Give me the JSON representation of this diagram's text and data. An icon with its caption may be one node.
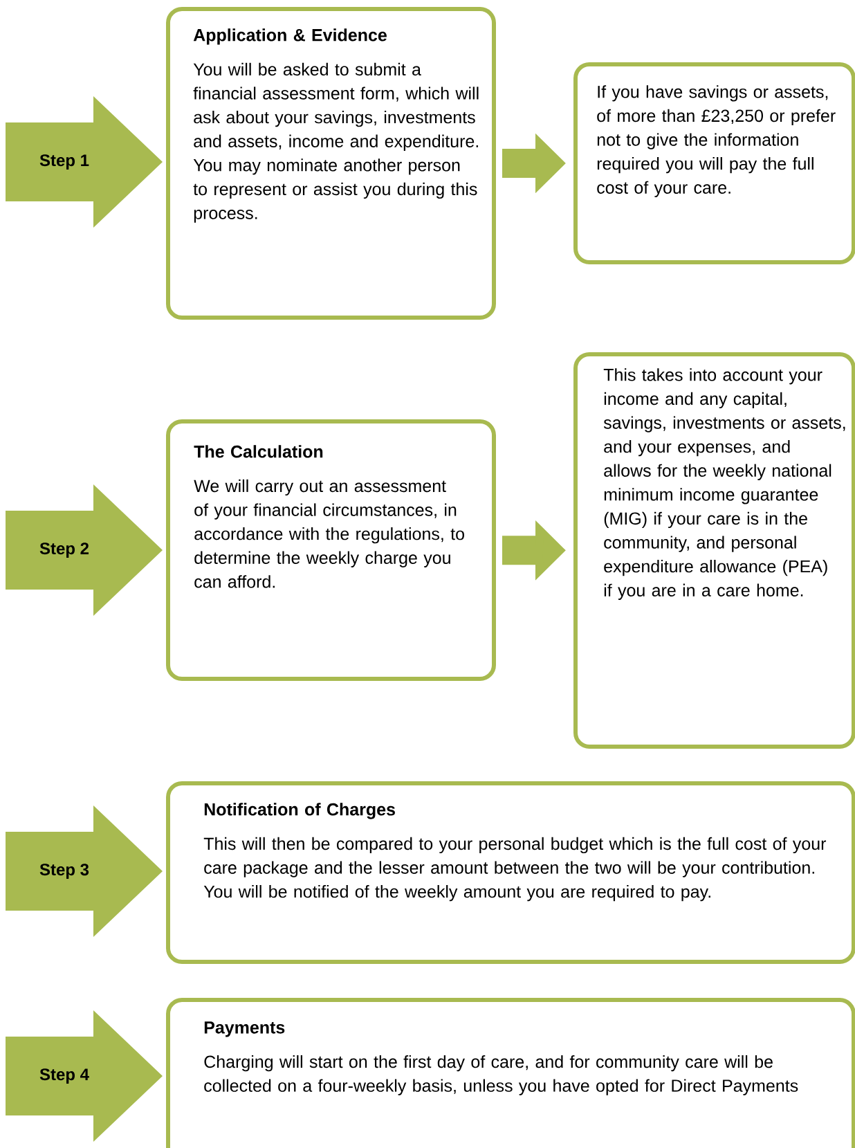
{
  "diagram": {
    "nodes": [
      {
        "text": [
          "Step 1"
        ]
      },
      {
        "text": [
          "Application & Evidence",
          "You will be asked to submit a financial assessment form, which will ask about your savings, investments and assets, income and expenditure. You may nominate another person to represent or assist you during this process."
        ]
      },
      {
        "text": [
          "If you have savings or assets, of more than £23,250 or prefer not to give the information required you will pay the full cost of your care."
        ]
      },
      {
        "text": [
          "Step 2"
        ]
      },
      {
        "text": [
          "The Calculation",
          "We will carry out an assessment of your financial  circumstances, in accordance with the regulations, to determine the weekly charge you can afford."
        ]
      },
      {
        "text": [
          "This takes into account your income and any capital, savings, investments or assets, and your expenses, and allows for the weekly national minimum income guarantee (MIG) if your care is in the community, and personal expenditure allowance (PEA) if you are in a care home."
        ]
      },
      {
        "text": [
          "Step 3"
        ]
      },
      {
        "text": [
          "Notification of Charges",
          "This will then be compared to your personal budget which is the full cost of your care package and the lesser amount between the two will be your contribution.  You will be notified of the weekly amount you are required to pay."
        ]
      },
      {
        "text": [
          "Step 4"
        ]
      },
      {
        "text": [
          "Payments",
          "Charging will start on the first day of care, and for community care will be collected on a four-weekly basis, unless you have opted for Direct Payments"
        ]
      }
    ],
    "edges": [
      {
        "from": 1,
        "to": 2,
        "arrow": "to"
      },
      {
        "from": 4,
        "to": 5,
        "arrow": "to"
      }
    ]
  }
}
